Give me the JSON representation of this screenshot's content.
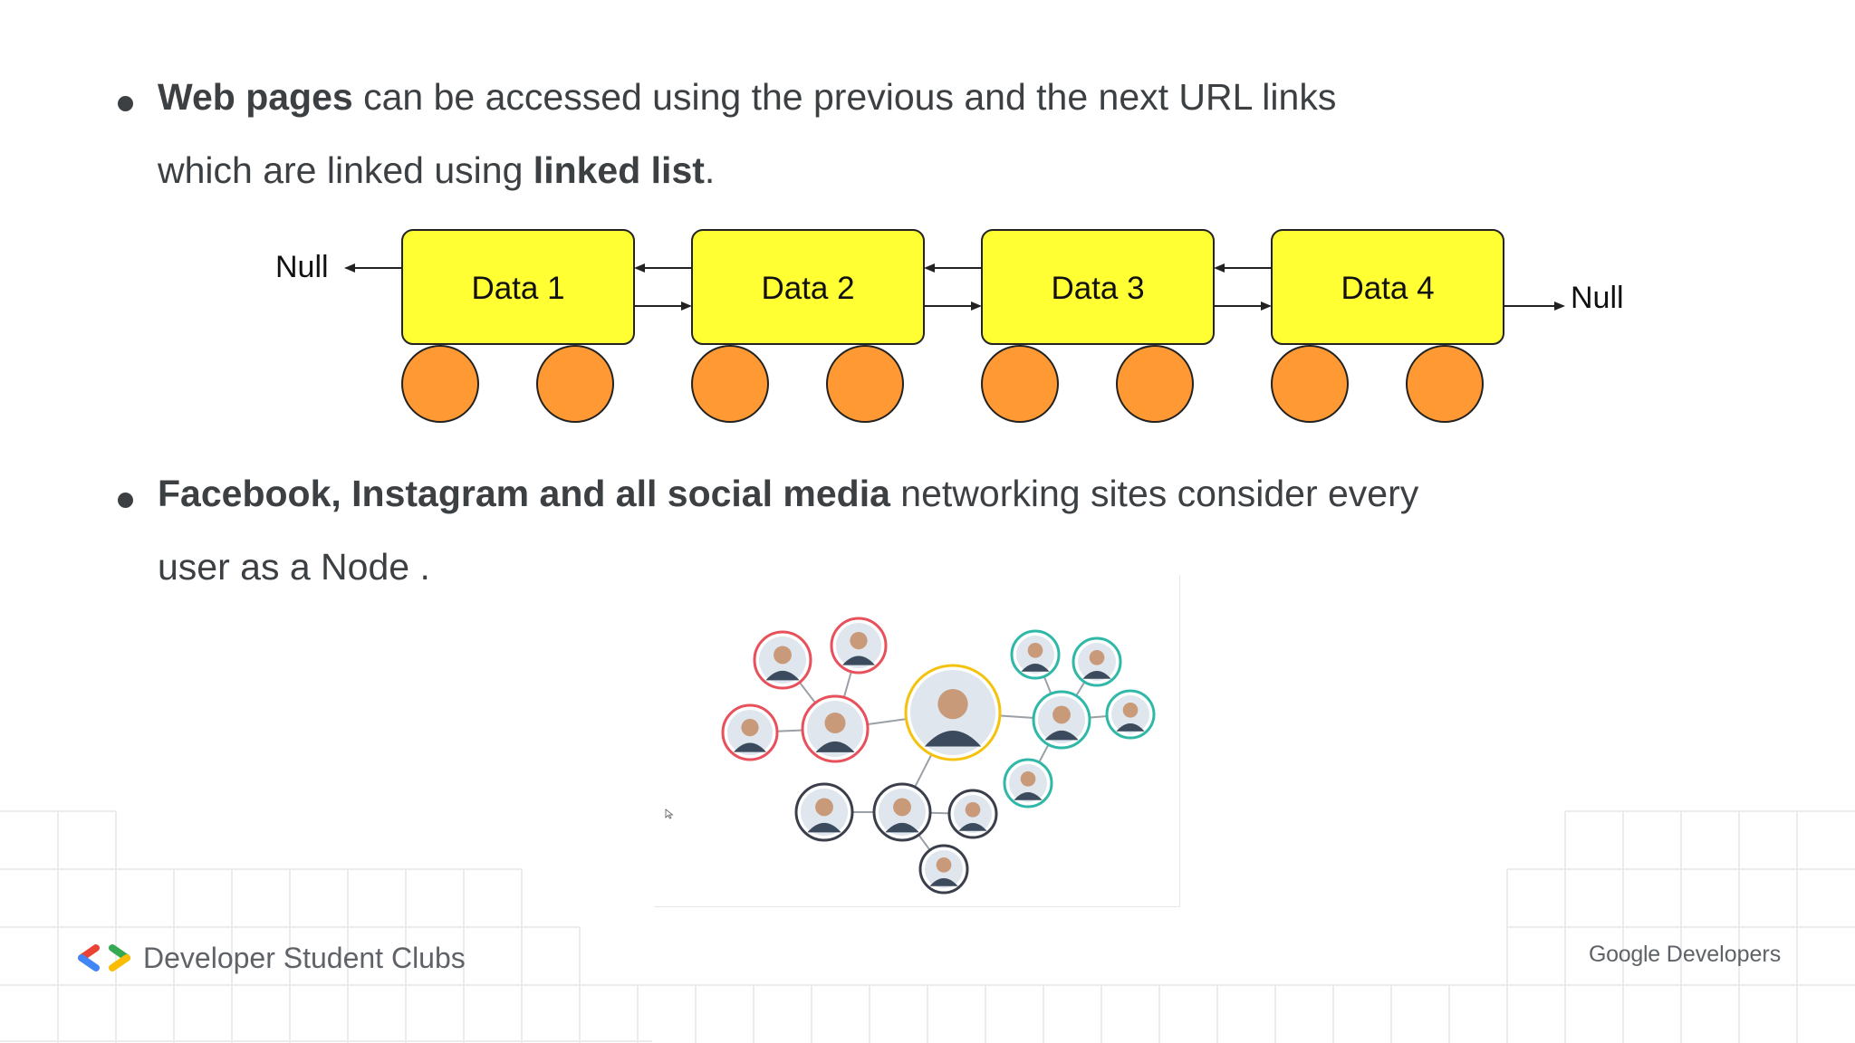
{
  "slide": {
    "bullet1": {
      "bold1": "Web pages",
      "text1": " can be accessed using the previous and the next URL links",
      "text2": "which are linked using ",
      "bold2": "linked list",
      "text3": "."
    },
    "bullet2": {
      "bold1": "Facebook, Instagram and all social media",
      "text1": " networking sites consider every",
      "text2": "user as a Node ."
    }
  },
  "linked_list": {
    "left_null": "Null",
    "right_null": "Null",
    "nodes": [
      "Data 1",
      "Data 2",
      "Data 3",
      "Data 4"
    ],
    "colors": {
      "node_fill": "#ffff33",
      "wheel_fill": "#ff9933",
      "stroke": "#222222"
    }
  },
  "social_graph": {
    "colors": {
      "center": "#f4c20d",
      "red": "#e8505b",
      "teal": "#2fb8a8",
      "dark": "#3a3f4b"
    }
  },
  "footer": {
    "left_brand": "Developer Student Clubs",
    "right_brand_google": "Google",
    "right_brand_developers": " Developers"
  }
}
